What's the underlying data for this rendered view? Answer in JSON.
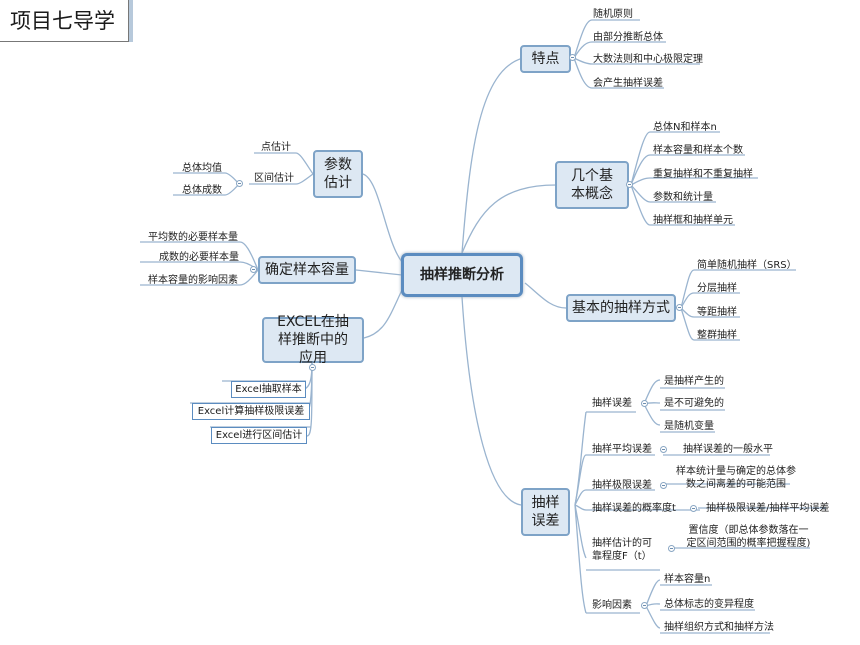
{
  "header": {
    "title": "项目七导学"
  },
  "root": {
    "label": "抽样推断分析"
  },
  "branches": {
    "features": {
      "label": "特点",
      "items": [
        "随机原则",
        "由部分推断总体",
        "大数法则和中心极限定理",
        "会产生抽样误差"
      ]
    },
    "concepts": {
      "label": "几个基本概念",
      "items": [
        "总体N和样本n",
        "样本容量和样本个数",
        "重复抽样和不重复抽样",
        "参数和统计量",
        "抽样框和抽样单元"
      ]
    },
    "methods": {
      "label": "基本的抽样方式",
      "items": [
        "简单随机抽样（SRS）",
        "分层抽样",
        "等距抽样",
        "整群抽样"
      ]
    },
    "estimation": {
      "label": "参数估计",
      "point": "点估计",
      "interval": "区间估计",
      "interval_items": [
        "总体均值",
        "总体成数"
      ]
    },
    "sample_size": {
      "label": "确定样本容量",
      "items": [
        "平均数的必要样本量",
        "成数的必要样本量",
        "样本容量的影响因素"
      ]
    },
    "excel": {
      "label": "EXCEL在抽样推断中的应用",
      "items": [
        "Excel抽取样本",
        "Excel计算抽样极限误差",
        "Excel进行区间估计"
      ]
    },
    "error": {
      "label": "抽样误差",
      "groups": [
        {
          "label": "抽样误差",
          "items": [
            "是抽样产生的",
            "是不可避免的",
            "是随机变量"
          ]
        },
        {
          "label": "抽样平均误差",
          "items": [
            "抽样误差的一般水平"
          ]
        },
        {
          "label": "抽样极限误差",
          "items": [
            "样本统计量与确定的总体参数之间离差的可能范围"
          ]
        },
        {
          "label": "抽样误差的概率度t",
          "items": [
            "抽样极限误差/抽样平均误差"
          ]
        },
        {
          "label": "抽样估计的可靠程度F（t）",
          "items": [
            "置信度（即总体参数落在一定区间范围的概率把握程度)"
          ]
        },
        {
          "label": "影响因素",
          "items": [
            "样本容量n",
            "总体标志的变异程度",
            "抽样组织方式和抽样方法"
          ]
        }
      ]
    }
  }
}
